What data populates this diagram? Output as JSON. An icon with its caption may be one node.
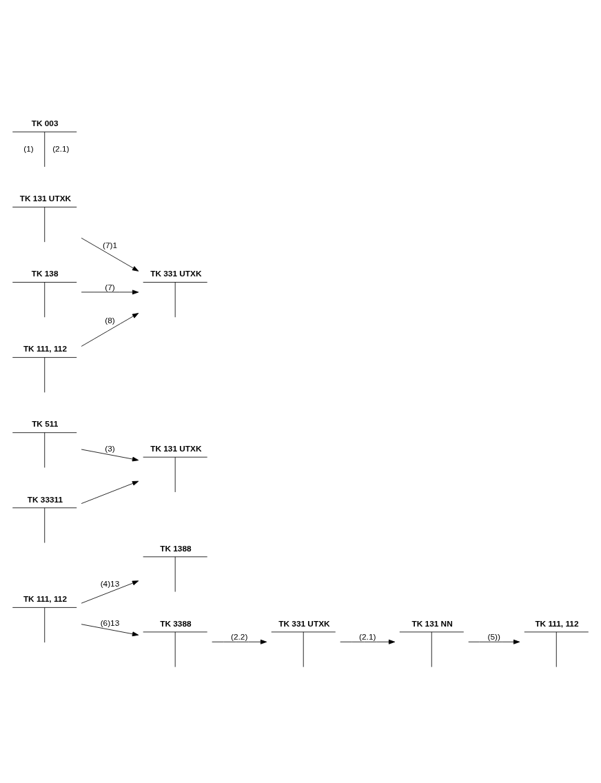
{
  "diagram": {
    "nodes": [
      {
        "text": [
          "TK 111, 112"
        ]
      },
      {
        "text": [
          "TK 1388"
        ]
      },
      {
        "text": [
          "TK 3388"
        ]
      },
      {
        "text": [
          "TK 331 UTXK"
        ]
      },
      {
        "text": [
          "TK 131 NN"
        ]
      },
      {
        "text": [
          "TK 111, 112"
        ]
      },
      {
        "text": [
          "TK 511"
        ]
      },
      {
        "text": [
          "TK 131 UTXK"
        ]
      },
      {
        "text": [
          "TK 33311"
        ]
      },
      {
        "text": [
          "TK 131 UTXK"
        ]
      },
      {
        "text": [
          "TK 331 UTXK"
        ]
      },
      {
        "text": [
          "TK 003",
          "(1)",
          "(2.1)"
        ]
      },
      {
        "text": [
          "TK 138"
        ]
      },
      {
        "text": [
          "TK 111, 112"
        ]
      }
    ],
    "edges": [
      {
        "from": 0,
        "to": 1,
        "arrow": "to",
        "label": "(4)13"
      },
      {
        "from": 0,
        "to": 2,
        "arrow": "to",
        "label": "(6)13"
      },
      {
        "from": 2,
        "to": 3,
        "arrow": "to",
        "label": "(2.2)"
      },
      {
        "from": 3,
        "to": 4,
        "arrow": "to",
        "label": "(2.1)"
      },
      {
        "from": 4,
        "to": 5,
        "arrow": "to",
        "label": "(5))"
      },
      {
        "from": 6,
        "to": 7,
        "arrow": "to",
        "label": "(3)"
      },
      {
        "from": 8,
        "to": 7,
        "arrow": "to"
      },
      {
        "from": 9,
        "to": 10,
        "arrow": "to",
        "label": "(7)1"
      },
      {
        "from": 12,
        "to": 10,
        "arrow": "to",
        "label": "(7)"
      },
      {
        "from": 13,
        "to": 10,
        "arrow": "to",
        "label": "(8)"
      }
    ]
  }
}
